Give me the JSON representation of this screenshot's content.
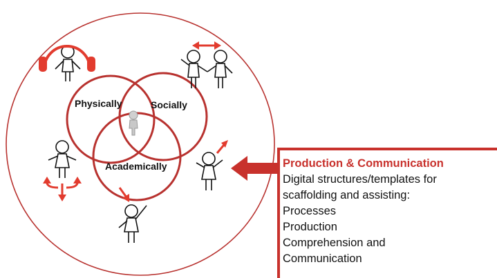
{
  "venn": {
    "labels": [
      "Physically",
      "Socially",
      "Academically"
    ]
  },
  "panel": {
    "title": "Production & Communication",
    "lines": [
      "Digital structures/templates for",
      "scaffolding and assisting:",
      "Processes",
      "Production",
      "Comprehension and",
      "Communication"
    ]
  },
  "colors": {
    "accent": "#c8312c",
    "circle": "#b8322f",
    "figure": "#111111"
  },
  "icons": [
    "headphones-icon",
    "bidirectional-arrow-icon",
    "person-center-icon",
    "up-arrow-icon",
    "down-arrow-icon",
    "curved-arrows-icon",
    "left-arrow-icon"
  ]
}
